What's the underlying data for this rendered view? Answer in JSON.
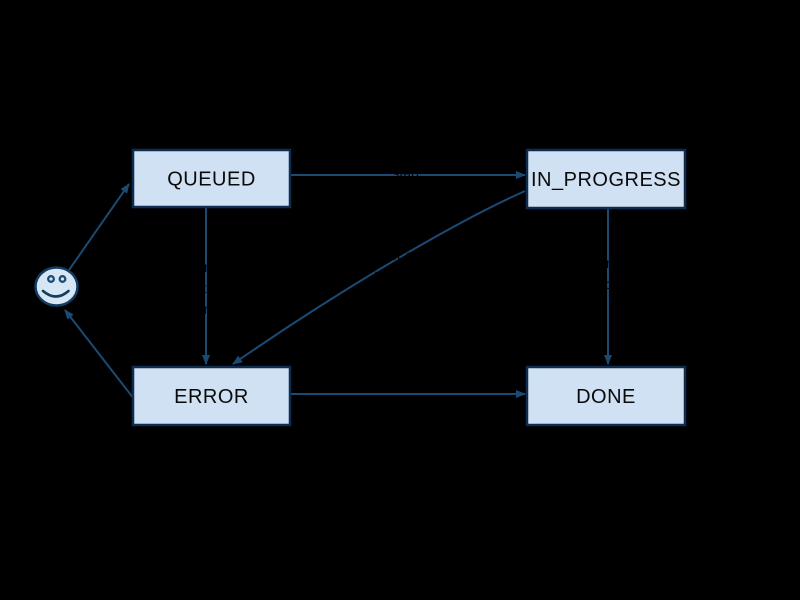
{
  "diagram_type": "state-machine",
  "background": "#000000",
  "start_marker": {
    "icon": "smiley-face-icon"
  },
  "nodes": {
    "queued": {
      "label": "QUEUED"
    },
    "in_progress": {
      "label": "IN_PROGRESS"
    },
    "error": {
      "label": "ERROR"
    },
    "done": {
      "label": "DONE"
    }
  },
  "edges": {
    "start_to_queued": {
      "from": "start",
      "to": "QUEUED"
    },
    "queued_to_in_progress": {
      "from": "QUEUED",
      "to": "IN_PROGRESS",
      "label": "start"
    },
    "queued_to_error": {
      "from": "QUEUED",
      "to": "ERROR",
      "label_lines": [
        "on",
        "fatal",
        "error"
      ]
    },
    "in_progress_to_error": {
      "from": "IN_PROGRESS",
      "to": "ERROR",
      "label_lines": [
        "error or",
        "timeout"
      ]
    },
    "in_progress_to_done": {
      "from": "IN_PROGRESS",
      "to": "DONE",
      "label_lines": [
        "on",
        "success"
      ]
    },
    "error_to_done": {
      "from": "ERROR",
      "to": "DONE"
    },
    "error_to_start": {
      "from": "ERROR",
      "to": "start"
    }
  },
  "colors": {
    "node_fill": "#cfe1f2",
    "node_border": "#0e2c50",
    "edge": "#1b4a73",
    "node_text": "#0a0a0a",
    "edge_label_text": "#000000"
  }
}
